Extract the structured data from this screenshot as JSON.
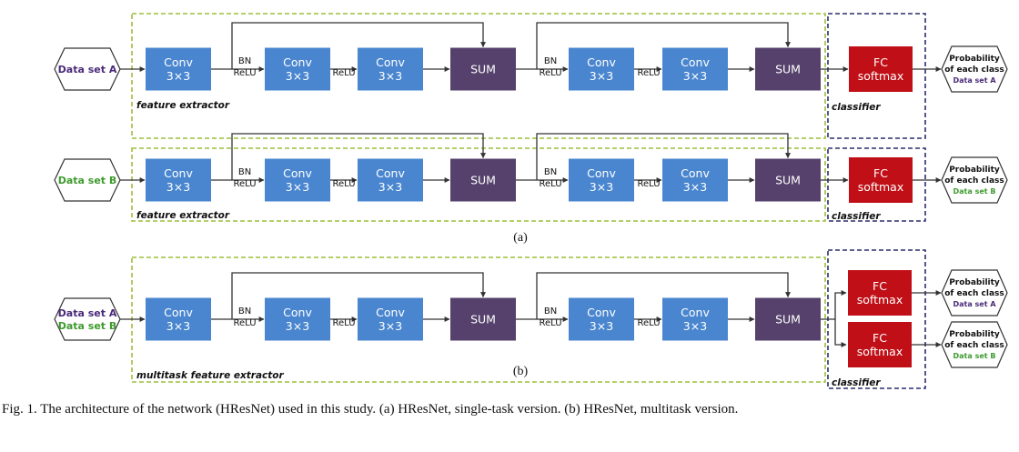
{
  "labels": {
    "conv": [
      "Conv",
      "3×3"
    ],
    "sum": "SUM",
    "fc": [
      "FC",
      "softmax"
    ],
    "bn": "BN",
    "relu": "ReLU",
    "prob": [
      "Probability",
      "of each class"
    ],
    "dataset_a": "Data set A",
    "dataset_b": "Data set B",
    "feature_extractor": "feature extractor",
    "multitask_feature_extractor": "multitask feature extractor",
    "classifier": "classifier"
  },
  "subcaptions": {
    "a": "(a)",
    "b": "(b)"
  },
  "caption": "Fig. 1.  The architecture of the network (HResNet) used in this study. (a) HResNet, single-task version. (b) HResNet, multitask version.",
  "colors": {
    "conv": "#4a86cf",
    "sum": "#55416b",
    "fc": "#c00f16",
    "feature_border": "#9cbf3a",
    "classifier_border": "#2b2d6e",
    "dataset_a": "#4a2a78",
    "dataset_b": "#3e9a2e",
    "arrow": "#333333"
  }
}
